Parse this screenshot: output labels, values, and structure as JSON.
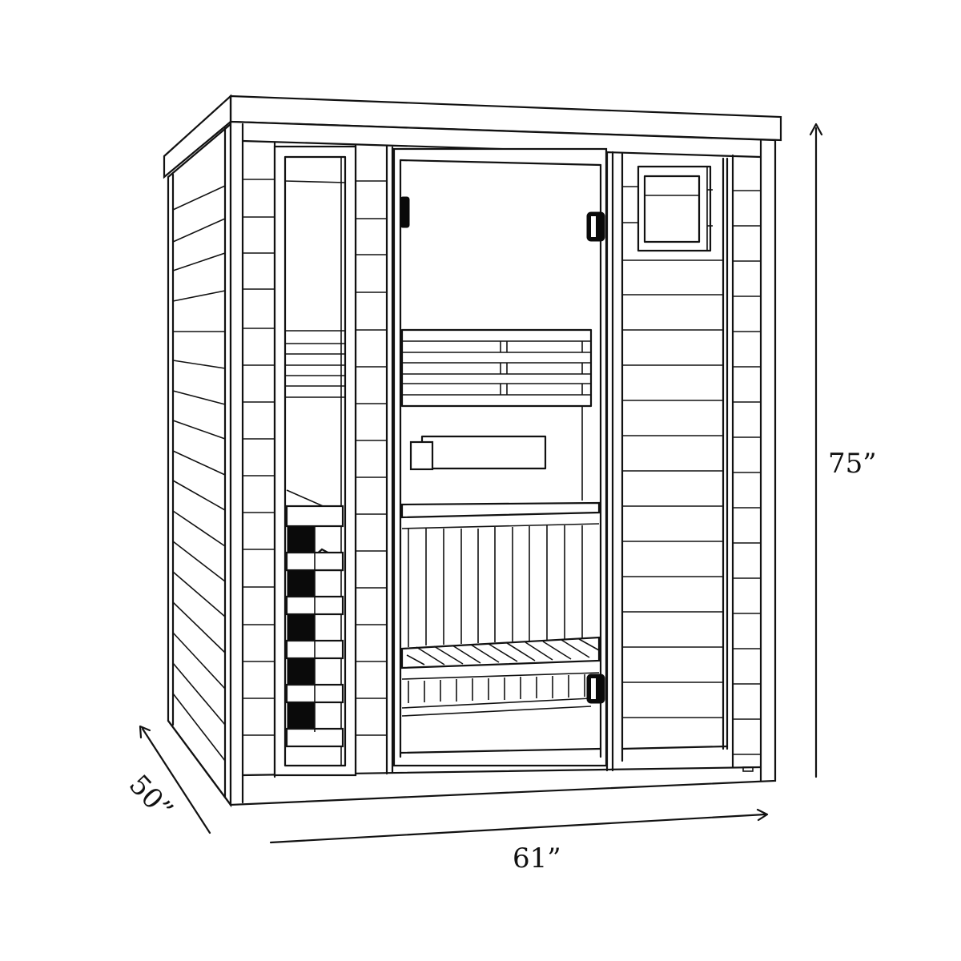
{
  "figure": {
    "subject": "Sauna cabin line drawing",
    "dimensions": {
      "height": "75”",
      "width": "61”",
      "depth": "50”"
    },
    "colors": {
      "stroke": "#111111",
      "background": "#ffffff",
      "fill_dark": "#0a0a0a"
    }
  }
}
